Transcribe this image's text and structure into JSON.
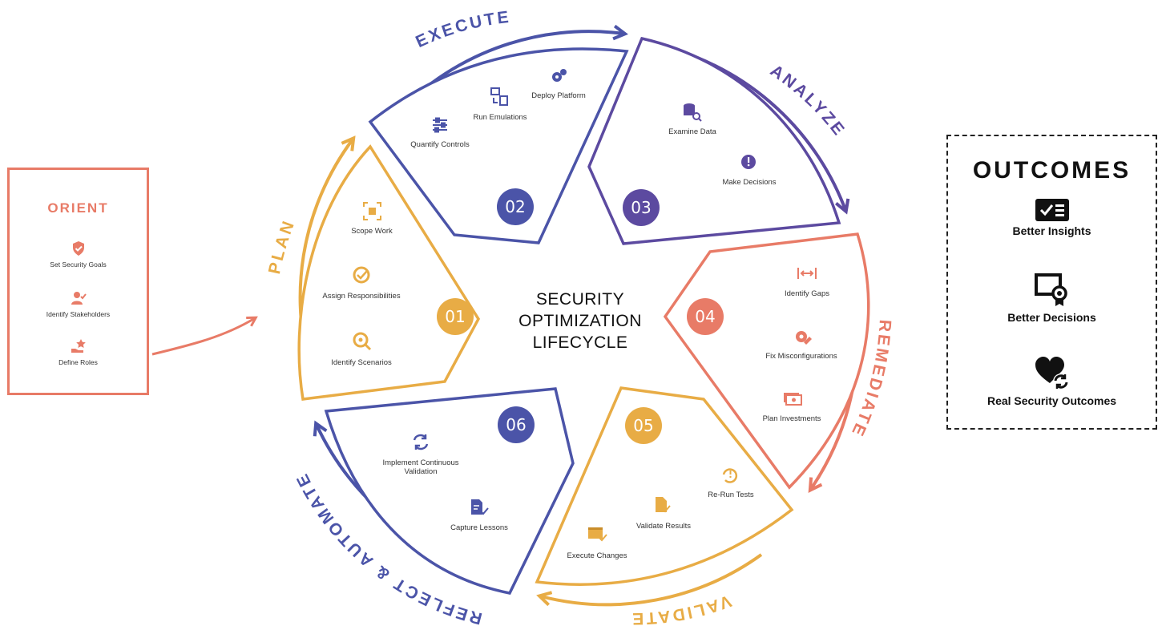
{
  "orient": {
    "title": "ORIENT",
    "items": [
      {
        "label": "Set Security Goals",
        "icon": "shield-check-icon"
      },
      {
        "label": "Identify Stakeholders",
        "icon": "person-check-icon"
      },
      {
        "label": "Define Roles",
        "icon": "hand-star-icon"
      }
    ]
  },
  "center": {
    "line1": "SECURITY",
    "line2": "OPTIMIZATION",
    "line3": "LIFECYCLE"
  },
  "phases": [
    {
      "id": "plan",
      "number": "01",
      "name": "PLAN",
      "color": "#e8ac45",
      "items": [
        {
          "label": "Scope Work",
          "icon": "focus-frame-icon"
        },
        {
          "label": "Assign Responsibilities",
          "icon": "badge-check-icon"
        },
        {
          "label": "Identify Scenarios",
          "icon": "search-gear-icon"
        }
      ]
    },
    {
      "id": "execute",
      "number": "02",
      "name": "EXECUTE",
      "color": "#4b54a8",
      "items": [
        {
          "label": "Deploy Platform",
          "icon": "gears-icon"
        },
        {
          "label": "Run Emulations",
          "icon": "devices-icon"
        },
        {
          "label": "Quantify Controls",
          "icon": "sliders-icon"
        }
      ]
    },
    {
      "id": "analyze",
      "number": "03",
      "name": "ANALYZE",
      "color": "#5c4aa0",
      "items": [
        {
          "label": "Examine Data",
          "icon": "database-search-icon"
        },
        {
          "label": "Make Decisions",
          "icon": "exclamation-icon"
        }
      ]
    },
    {
      "id": "remediate",
      "number": "04",
      "name": "REMEDIATE",
      "color": "#e87b67",
      "items": [
        {
          "label": "Identify Gaps",
          "icon": "gap-arrows-icon"
        },
        {
          "label": "Fix Misconfigurations",
          "icon": "wrench-gear-icon"
        },
        {
          "label": "Plan Investments",
          "icon": "money-icon"
        }
      ]
    },
    {
      "id": "validate",
      "number": "05",
      "name": "VALIDATE",
      "color": "#e8ac45",
      "items": [
        {
          "label": "Re-Run Tests",
          "icon": "refresh-alert-icon"
        },
        {
          "label": "Validate Results",
          "icon": "document-check-icon"
        },
        {
          "label": "Execute Changes",
          "icon": "window-check-icon"
        }
      ]
    },
    {
      "id": "reflect",
      "number": "06",
      "name": "REFLECT & AUTOMATE",
      "color": "#4b54a8",
      "items": [
        {
          "label": "Implement Continuous",
          "label2": "Validation",
          "icon": "cycle-icon"
        },
        {
          "label": "Capture Lessons",
          "icon": "document-pen-icon"
        }
      ]
    }
  ],
  "outcomes": {
    "title": "OUTCOMES",
    "items": [
      {
        "label": "Better Insights",
        "icon": "checklist-icon"
      },
      {
        "label": "Better Decisions",
        "icon": "certificate-icon"
      },
      {
        "label": "Real Security Outcomes",
        "icon": "heart-refresh-icon"
      }
    ]
  }
}
